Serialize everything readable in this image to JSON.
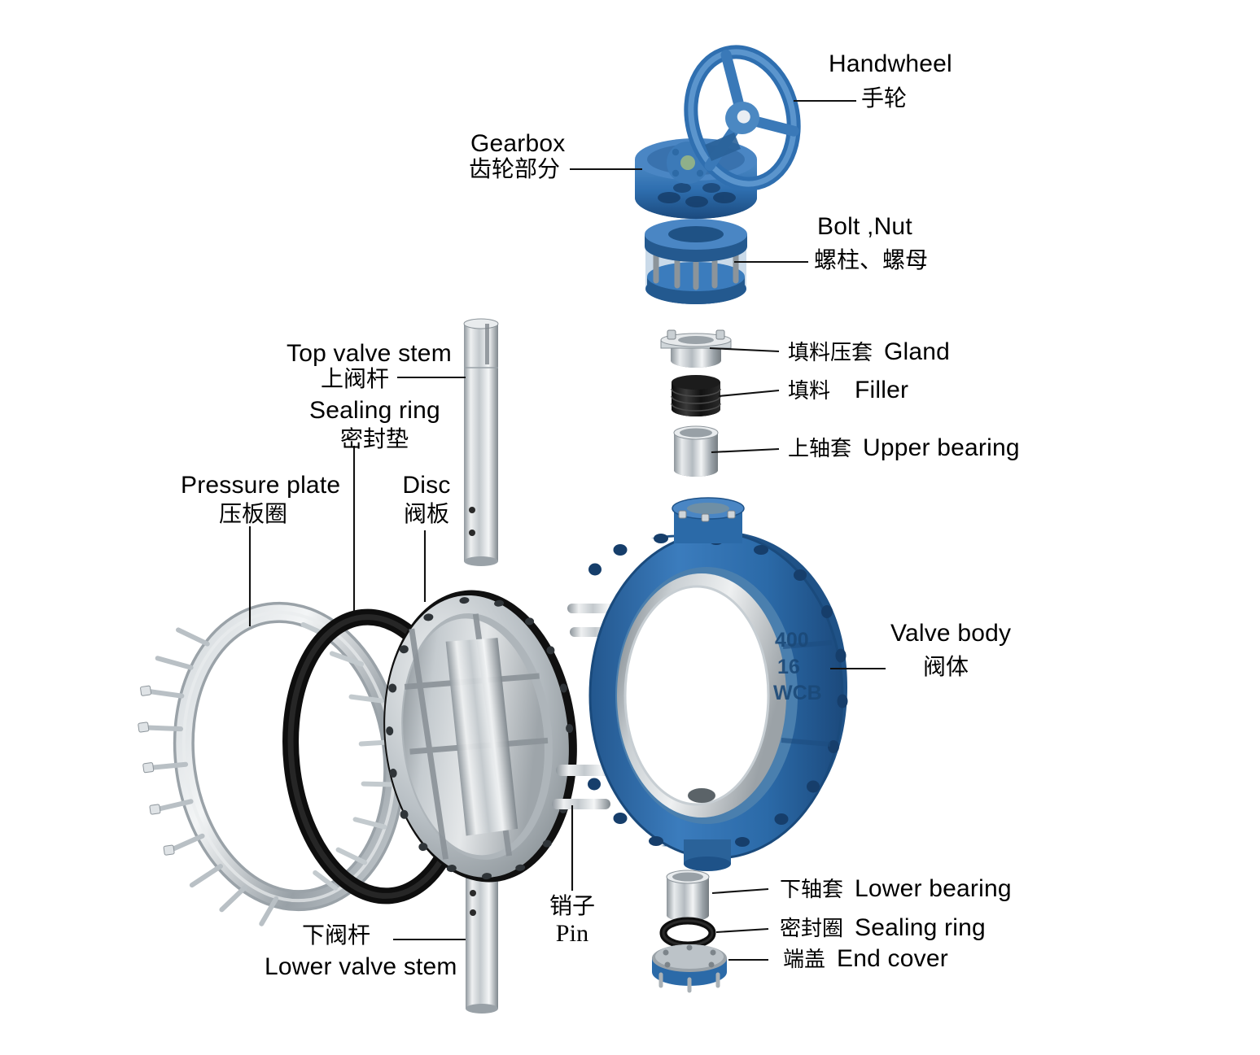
{
  "diagram": {
    "title": "Butterfly valve exploded assembly diagram",
    "colors": {
      "valve_blue": "#2f6fb0",
      "valve_blue_dark": "#1d4f86",
      "valve_blue_light": "#4a86c4",
      "steel_light": "#e3e6e8",
      "steel_mid": "#a9b0b5",
      "steel_dark": "#6e757a",
      "seal_black": "#141414",
      "leader_line": "#111111",
      "background": "#ffffff"
    },
    "body_embossed_text": [
      "400",
      "16",
      "WCB"
    ]
  },
  "labels": {
    "handwheel": {
      "en": "Handwheel",
      "cn": "手轮"
    },
    "gearbox": {
      "en": "Gearbox",
      "cn": "齿轮部分"
    },
    "bolt_nut": {
      "en": "Bolt ,Nut",
      "cn": "螺柱、螺母"
    },
    "gland": {
      "en": "Gland",
      "cn": "填料压套"
    },
    "filler": {
      "en": "Filler",
      "cn": "填料"
    },
    "upper_bearing": {
      "en": "Upper bearing",
      "cn": "上轴套"
    },
    "top_valve_stem": {
      "en": "Top valve stem",
      "cn": "上阀杆"
    },
    "sealing_ring_top": {
      "en": "Sealing ring",
      "cn": "密封垫"
    },
    "pressure_plate": {
      "en": "Pressure plate",
      "cn": "压板圈"
    },
    "disc": {
      "en": "Disc",
      "cn": "阀板"
    },
    "valve_body": {
      "en": "Valve body",
      "cn": "阀体"
    },
    "pin": {
      "en": "Pin",
      "cn": "销子"
    },
    "lower_valve_stem": {
      "en": "Lower valve stem",
      "cn": "下阀杆"
    },
    "lower_bearing": {
      "en": "Lower bearing",
      "cn": "下轴套"
    },
    "sealing_ring_bot": {
      "en": "Sealing ring",
      "cn": "密封圈"
    },
    "end_cover": {
      "en": "End cover",
      "cn": "端盖"
    }
  }
}
